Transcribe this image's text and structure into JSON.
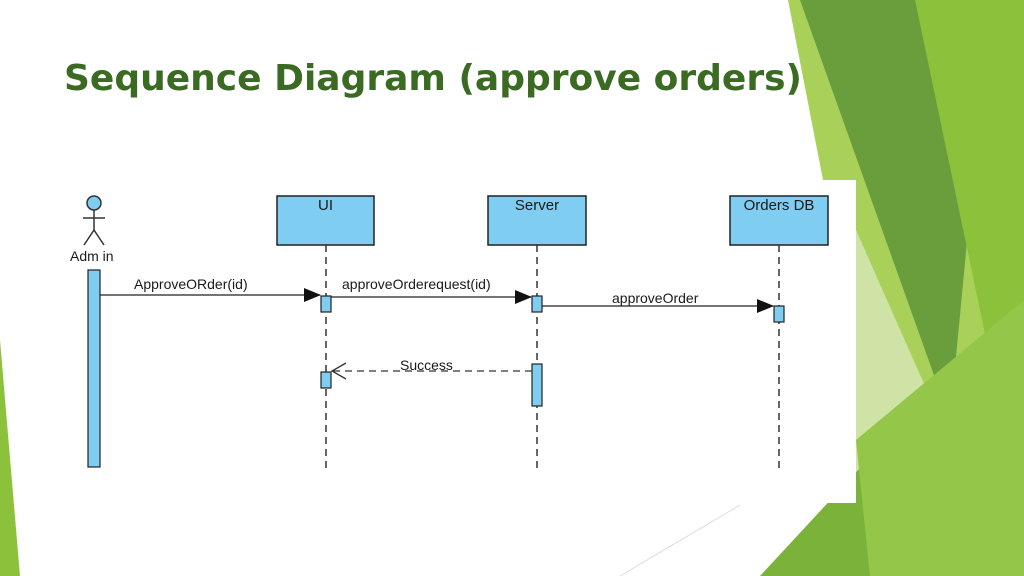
{
  "slide": {
    "title": "Sequence Diagram (approve orders)"
  },
  "colors": {
    "title": "#3b6b22",
    "lifeline_fill": "#7fcdf0",
    "line": "#222222",
    "deco_light_green": "#9bc83a",
    "deco_dark_green": "#5e9d34"
  },
  "diagram": {
    "actor": {
      "label": "Adm in",
      "icon": "stick-figure-icon"
    },
    "lifelines": [
      {
        "label": "UI"
      },
      {
        "label": "Server"
      },
      {
        "label": "Orders DB"
      }
    ],
    "messages": [
      {
        "label": "ApproveORder(id)",
        "from": "Adm in",
        "to": "UI",
        "kind": "synchronous"
      },
      {
        "label": "approveOrderequest(id)",
        "from": "UI",
        "to": "Server",
        "kind": "synchronous"
      },
      {
        "label": "approveOrder",
        "from": "Server",
        "to": "Orders DB",
        "kind": "synchronous"
      },
      {
        "label": "Success",
        "from": "Server",
        "to": "UI",
        "kind": "return"
      }
    ]
  }
}
